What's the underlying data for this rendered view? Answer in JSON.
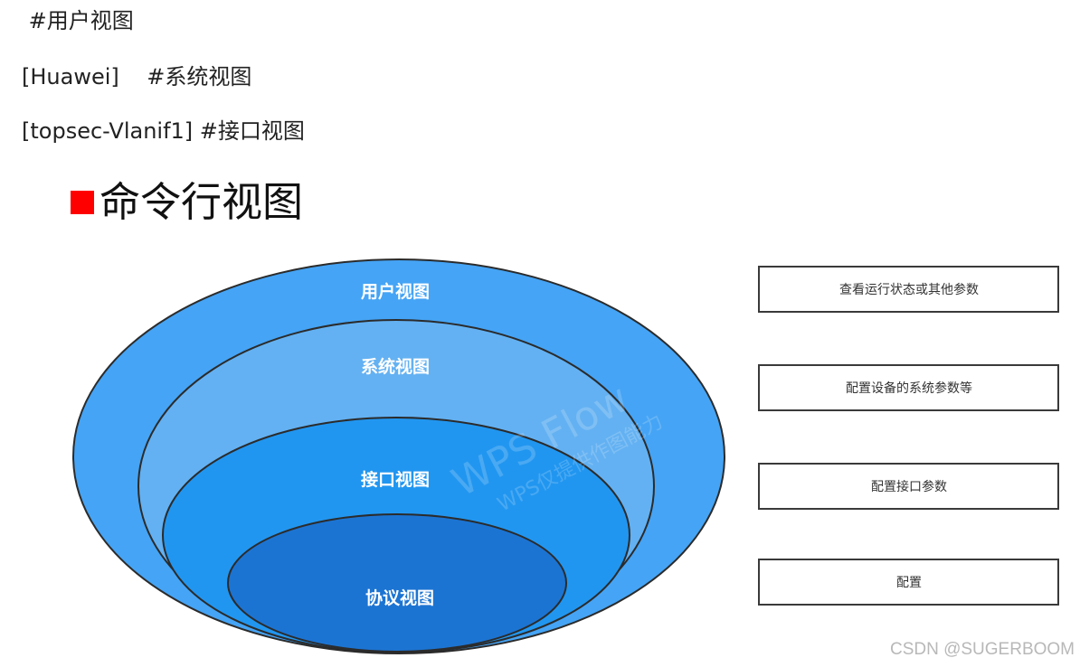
{
  "text_lines": {
    "line1": " #用户视图",
    "line2": "[Huawei]    #系统视图",
    "line3": "[topsec-Vlanif1] #接口视图"
  },
  "section": {
    "title": "命令行视图",
    "marker_color": "#ff0000"
  },
  "diagram": {
    "layers": [
      {
        "label": "用户视图",
        "color": "#45a4f5"
      },
      {
        "label": "系统视图",
        "color": "#63b1f2"
      },
      {
        "label": "接口视图",
        "color": "#2196f0"
      },
      {
        "label": "协议视图",
        "color": "#1c74d2"
      }
    ],
    "descriptions": [
      "查看运行状态或其他参数",
      "配置设备的系统参数等",
      "配置接口参数",
      "配置"
    ],
    "watermark": {
      "main": "WPS Flow",
      "sub": "WPS仅提供作图能力"
    }
  },
  "footer": {
    "credit": "CSDN @SUGERBOOM"
  }
}
